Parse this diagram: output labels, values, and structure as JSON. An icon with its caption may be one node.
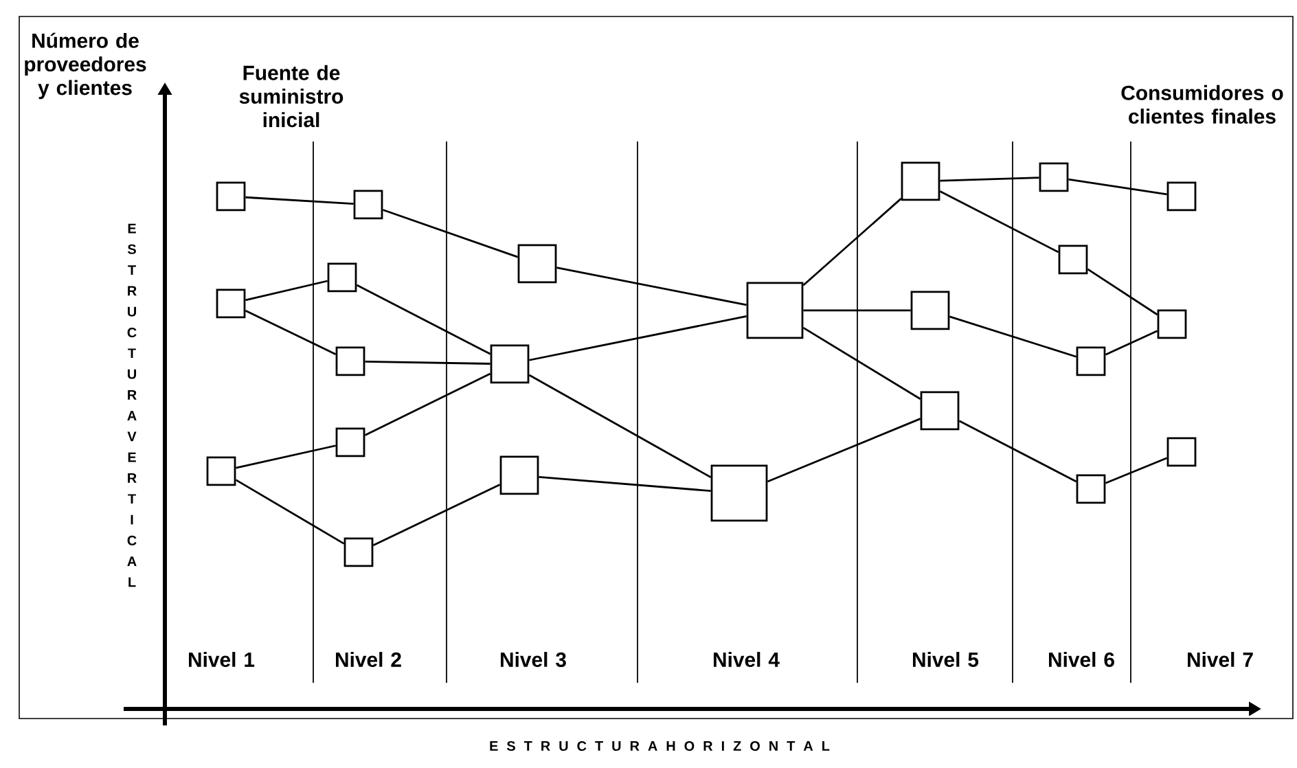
{
  "diagram": {
    "nodes": [
      {
        "text": [],
        "shape": "box"
      },
      {
        "text": [],
        "shape": "box"
      },
      {
        "text": [],
        "shape": "box"
      },
      {
        "text": [],
        "shape": "box"
      },
      {
        "text": [],
        "shape": "box"
      },
      {
        "text": [],
        "shape": "box"
      },
      {
        "text": [],
        "shape": "box"
      },
      {
        "text": [],
        "shape": "box"
      },
      {
        "text": [],
        "shape": "box"
      },
      {
        "text": [],
        "shape": "box"
      },
      {
        "text": [],
        "shape": "box"
      },
      {
        "text": [],
        "shape": "box"
      },
      {
        "text": [],
        "shape": "box"
      },
      {
        "text": [],
        "shape": "box"
      },
      {
        "text": [],
        "shape": "box"
      },
      {
        "text": [],
        "shape": "box"
      },
      {
        "text": [],
        "shape": "box"
      },
      {
        "text": [],
        "shape": "box"
      },
      {
        "text": [],
        "shape": "box"
      },
      {
        "text": [],
        "shape": "box"
      },
      {
        "text": [],
        "shape": "box"
      },
      {
        "text": [],
        "shape": "box"
      },
      {
        "text": [],
        "shape": "box"
      }
    ],
    "edges": [
      {
        "from": 0,
        "to": 3,
        "arrow": "none"
      },
      {
        "from": 1,
        "to": 4,
        "arrow": "none"
      },
      {
        "from": 1,
        "to": 5,
        "arrow": "none"
      },
      {
        "from": 2,
        "to": 6,
        "arrow": "none"
      },
      {
        "from": 2,
        "to": 7,
        "arrow": "none"
      },
      {
        "from": 3,
        "to": 8,
        "arrow": "none"
      },
      {
        "from": 4,
        "to": 9,
        "arrow": "none"
      },
      {
        "from": 5,
        "to": 9,
        "arrow": "none"
      },
      {
        "from": 6,
        "to": 9,
        "arrow": "none"
      },
      {
        "from": 7,
        "to": 10,
        "arrow": "none"
      },
      {
        "from": 8,
        "to": 11,
        "arrow": "none"
      },
      {
        "from": 9,
        "to": 11,
        "arrow": "none"
      },
      {
        "from": 9,
        "to": 12,
        "arrow": "none"
      },
      {
        "from": 10,
        "to": 12,
        "arrow": "none"
      },
      {
        "from": 11,
        "to": 13,
        "arrow": "none"
      },
      {
        "from": 11,
        "to": 14,
        "arrow": "none"
      },
      {
        "from": 11,
        "to": 15,
        "arrow": "none"
      },
      {
        "from": 12,
        "to": 15,
        "arrow": "none"
      },
      {
        "from": 13,
        "to": 16,
        "arrow": "none"
      },
      {
        "from": 13,
        "to": 17,
        "arrow": "none"
      },
      {
        "from": 14,
        "to": 18,
        "arrow": "none"
      },
      {
        "from": 15,
        "to": 19,
        "arrow": "none"
      },
      {
        "from": 16,
        "to": 20,
        "arrow": "none"
      },
      {
        "from": 17,
        "to": 21,
        "arrow": "none"
      },
      {
        "from": 18,
        "to": 21,
        "arrow": "none"
      },
      {
        "from": 19,
        "to": 22,
        "arrow": "none"
      }
    ],
    "labels": [
      "Número de proveedores y clientes",
      "Fuente de suministro inicial",
      "Consumidores o clientes finales",
      "E S T R U C T U R A V E R T I C A L",
      "Nivel 1",
      "Nivel 2",
      "Nivel 3",
      "Nivel 4",
      "Nivel 5",
      "Nivel 6",
      "Nivel 7",
      "E S T R U C T U R A H O R I Z O N T A L"
    ]
  }
}
